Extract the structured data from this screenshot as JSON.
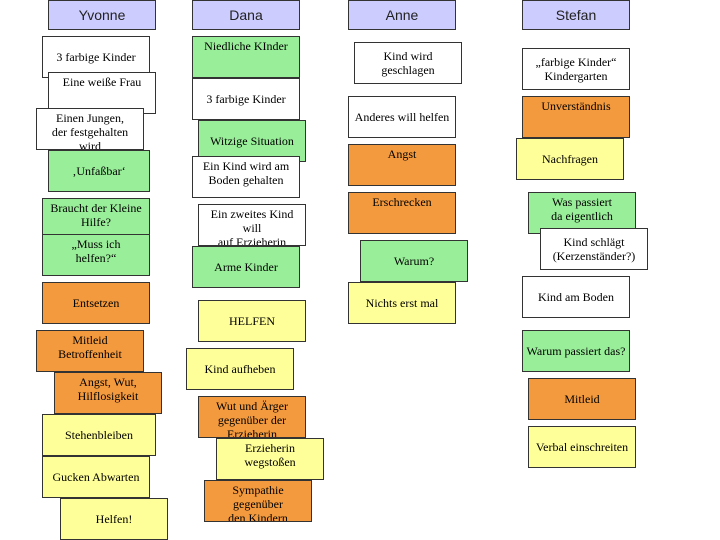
{
  "colors": {
    "header": "#ccccff",
    "white": "#ffffff",
    "green": "#99ee99",
    "orange": "#f49a3e",
    "yellow": "#ffff99",
    "border": "#333333"
  },
  "columns": [
    {
      "name": "Yvonne",
      "cards": [
        {
          "text": "3 farbige Kinder",
          "color": "white"
        },
        {
          "text": "Eine weiße Frau",
          "color": "white"
        },
        {
          "text": "Einen Jungen,\nder festgehalten wird",
          "color": "white"
        },
        {
          "text": "‚Unfaßbar‘",
          "color": "green"
        },
        {
          "text": "Braucht der Kleine\nHilfe?",
          "color": "green"
        },
        {
          "text": "„Muss ich\nhelfen?“",
          "color": "green"
        },
        {
          "text": "Entsetzen",
          "color": "orange"
        },
        {
          "text": "Mitleid\nBetroffenheit",
          "color": "orange"
        },
        {
          "text": "Angst, Wut,\nHilflosigkeit",
          "color": "orange"
        },
        {
          "text": "Stehenbleiben",
          "color": "yellow"
        },
        {
          "text": "Gucken  Abwarten",
          "color": "yellow"
        },
        {
          "text": "Helfen!",
          "color": "yellow"
        }
      ]
    },
    {
      "name": "Dana",
      "cards": [
        {
          "text": "Niedliche KInder",
          "color": "green"
        },
        {
          "text": "3 farbige Kinder",
          "color": "white"
        },
        {
          "text": "Witzige Situation",
          "color": "green"
        },
        {
          "text": "Ein Kind wird am\nBoden gehalten",
          "color": "white"
        },
        {
          "text": "Ein zweites Kind will\nauf Erzieherin\neinschlagen",
          "color": "white"
        },
        {
          "text": "Arme Kinder",
          "color": "green"
        },
        {
          "text": "HELFEN",
          "color": "yellow"
        },
        {
          "text": "Kind aufheben",
          "color": "yellow"
        },
        {
          "text": "Wut und Ärger\ngegenüber der\nErzieherin",
          "color": "orange"
        },
        {
          "text": "Erzieherin\nwegstoßen",
          "color": "yellow"
        },
        {
          "text": "Sympathie gegenüber\nden Kindern",
          "color": "orange"
        }
      ]
    },
    {
      "name": "Anne",
      "cards": [
        {
          "text": "Kind wird geschlagen",
          "color": "white"
        },
        {
          "text": "Anderes will helfen",
          "color": "white"
        },
        {
          "text": "Angst",
          "color": "orange"
        },
        {
          "text": "Erschrecken",
          "color": "orange"
        },
        {
          "text": "Warum?",
          "color": "green"
        },
        {
          "text": "Nichts erst mal",
          "color": "yellow"
        }
      ]
    },
    {
      "name": "Stefan",
      "cards": [
        {
          "text": "„farbige Kinder“\nKindergarten",
          "color": "white"
        },
        {
          "text": "Unverständnis",
          "color": "orange"
        },
        {
          "text": "Nachfragen",
          "color": "yellow"
        },
        {
          "text": "Was passiert\nda eigentlich",
          "color": "green"
        },
        {
          "text": "Kind schlägt\n(Kerzenständer?)",
          "color": "white"
        },
        {
          "text": "Kind am Boden",
          "color": "white"
        },
        {
          "text": "Warum passiert das?",
          "color": "green"
        },
        {
          "text": "Mitleid",
          "color": "orange"
        },
        {
          "text": "Verbal einschreiten",
          "color": "yellow"
        }
      ]
    }
  ]
}
